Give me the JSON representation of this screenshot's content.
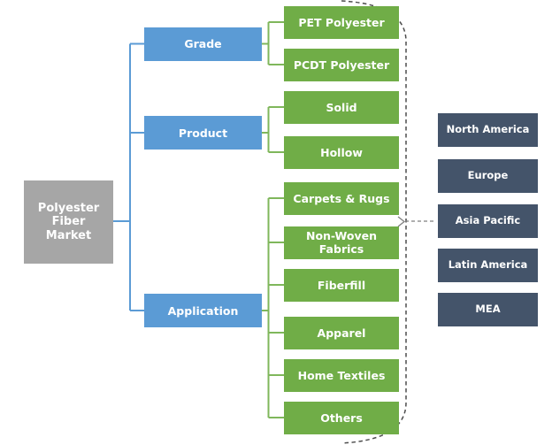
{
  "root": {
    "label": "Polyester Fiber Market"
  },
  "branches": [
    {
      "label": "Grade",
      "children": [
        "PET Polyester",
        "PCDT Polyester"
      ]
    },
    {
      "label": "Product",
      "children": [
        "Solid",
        "Hollow"
      ]
    },
    {
      "label": "Application",
      "children": [
        "Carpets & Rugs",
        "Non-Woven Fabrics",
        "Fiberfill",
        "Apparel",
        "Home Textiles",
        "Others"
      ]
    }
  ],
  "regions": [
    "North America",
    "Europe",
    "Asia Pacific",
    "Latin America",
    "MEA"
  ],
  "colors": {
    "root_gray": "#a6a6a6",
    "branch_blue": "#5b9bd5",
    "segment_green": "#70ad47",
    "region_navy": "#44546a",
    "line_blue": "#5b9bd5",
    "line_green": "#7fb75b",
    "dash_gray": "#4d4d4d",
    "arrow_gray": "#7f7f7f",
    "text_white": "#ffffff"
  }
}
